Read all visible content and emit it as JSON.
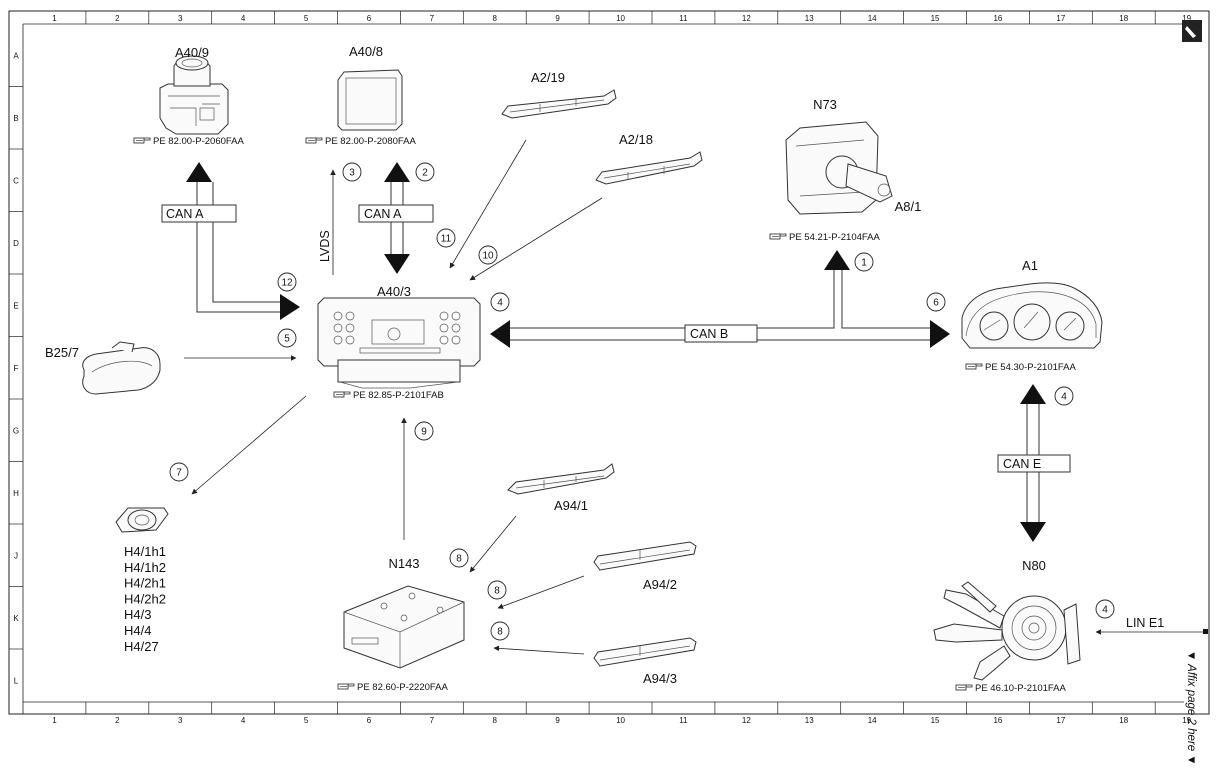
{
  "grid": {
    "columns": [
      "1",
      "2",
      "3",
      "4",
      "5",
      "6",
      "7",
      "8",
      "9",
      "10",
      "11",
      "12",
      "13",
      "14",
      "15",
      "16",
      "17",
      "18",
      "19"
    ],
    "rows": [
      "A",
      "B",
      "C",
      "D",
      "E",
      "F",
      "G",
      "H",
      "J",
      "K",
      "L"
    ]
  },
  "components": {
    "a40_9": "A40/9",
    "a40_8": "A40/8",
    "a2_19": "A2/19",
    "a2_18": "A2/18",
    "n73": "N73",
    "a8_1": "A8/1",
    "a1": "A1",
    "a40_3": "A40/3",
    "b25_7": "B25/7",
    "a94_1": "A94/1",
    "a94_2": "A94/2",
    "a94_3": "A94/3",
    "n143": "N143",
    "n80": "N80",
    "h4_list": [
      "H4/1h1",
      "H4/1h2",
      "H4/2h1",
      "H4/2h2",
      "H4/3",
      "H4/4",
      "H4/27"
    ]
  },
  "references": {
    "a40_9": "PE 82.00-P-2060FAA",
    "a40_8": "PE 82.00-P-2080FAA",
    "n73": "PE 54.21-P-2104FAA",
    "a1": "PE 54.30-P-2101FAA",
    "a40_3": "PE 82.85-P-2101FAB",
    "n143": "PE 82.60-P-2220FAA",
    "n80": "PE 46.10-P-2101FAA"
  },
  "buses": {
    "can_a_left": "CAN A",
    "can_a_mid": "CAN A",
    "can_b": "CAN B",
    "can_e": "CAN E",
    "lin_e1": "LIN E1",
    "lvds": "LVDS"
  },
  "connection_numbers": {
    "n1": "1",
    "n2": "2",
    "n3": "3",
    "n4_left": "4",
    "n4_right": "4",
    "n4_lin": "4",
    "n5": "5",
    "n6": "6",
    "n7": "7",
    "n8_a": "8",
    "n8_b": "8",
    "n8_c": "8",
    "n9": "9",
    "n10": "10",
    "n11": "11",
    "n12": "12"
  },
  "margin_note": "▼ Affix page 2 here ▼"
}
